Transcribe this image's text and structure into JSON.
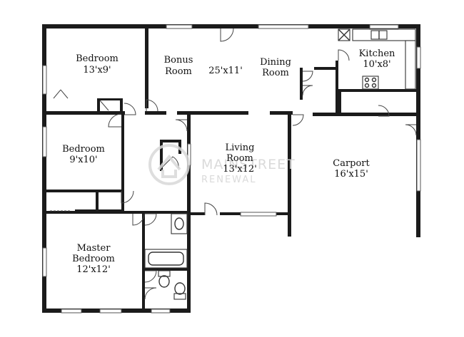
{
  "rooms": {
    "bedroom1": {
      "name": "Bedroom",
      "dims": "13'x9'"
    },
    "bonus": {
      "name1": "Bonus",
      "name2": "Room",
      "dims": "25'x11'"
    },
    "dining": {
      "name1": "Dining",
      "name2": "Room"
    },
    "kitchen": {
      "name": "Kitchen",
      "dims": "10'x8'"
    },
    "bedroom2": {
      "name": "Bedroom",
      "dims": "9'x10'"
    },
    "living": {
      "name": "Living",
      "name2": "Room",
      "dims": "13'x12'"
    },
    "carport": {
      "name": "Carport",
      "dims": "16'x15'"
    },
    "master": {
      "name1": "Master",
      "name2": "Bedroom",
      "dims": "12'x12'"
    }
  },
  "watermark": {
    "line1": "MAINSTREET",
    "line2": "RENEWAL"
  }
}
